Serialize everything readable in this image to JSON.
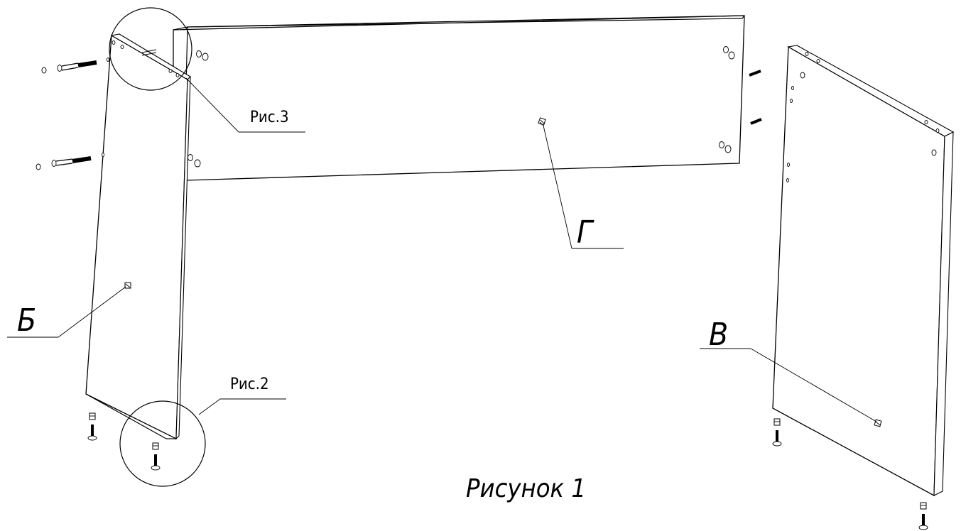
{
  "figure": {
    "caption": "Рисунок 1",
    "callouts": {
      "detail_top": "Рис.3",
      "detail_bottom": "Рис.2"
    },
    "parts": {
      "left_panel": "Б",
      "back_panel": "Г",
      "right_panel": "В"
    }
  }
}
